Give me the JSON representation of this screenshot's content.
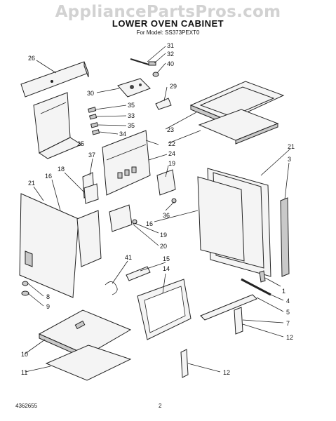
{
  "watermark": "AppliancePartsPros.com",
  "title": "LOWER OVEN CABINET",
  "model_line": "For Model: SS373PEXT0",
  "footer_left": "4362655",
  "footer_center": "2",
  "callouts": {
    "c31": "31",
    "c32": "32",
    "c40": "40",
    "c26": "26",
    "c30": "30",
    "c29": "29",
    "c35a": "35",
    "c33": "33",
    "c35b": "35",
    "c34": "34",
    "c23": "23",
    "c25": "25",
    "c22": "22",
    "c37": "37",
    "c24": "24",
    "c21a": "21",
    "c3": "3",
    "c18": "18",
    "c16a": "16",
    "c21b": "21",
    "c19a": "19",
    "c36": "36",
    "c16b": "16",
    "c19b": "19",
    "c20": "20",
    "c41": "41",
    "c15": "15",
    "c14": "14",
    "c1": "1",
    "c8": "8",
    "c9": "9",
    "c4": "4",
    "c5": "5",
    "c7": "7",
    "c10": "10",
    "c12a": "12",
    "c11": "11",
    "c12b": "12"
  }
}
